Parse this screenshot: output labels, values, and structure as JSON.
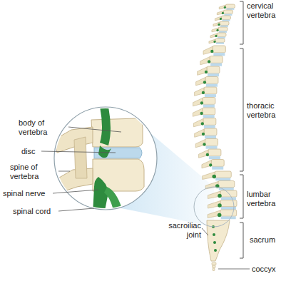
{
  "diagram": {
    "labels": [
      "cervical vertebra",
      "thoracic vertebra",
      "lumbar vertebra",
      "sacrum",
      "coccyx",
      "body of vertebra",
      "disc",
      "spine of vertebra",
      "spinal nerve",
      "spinal cord",
      "sacroiliac joint"
    ]
  }
}
